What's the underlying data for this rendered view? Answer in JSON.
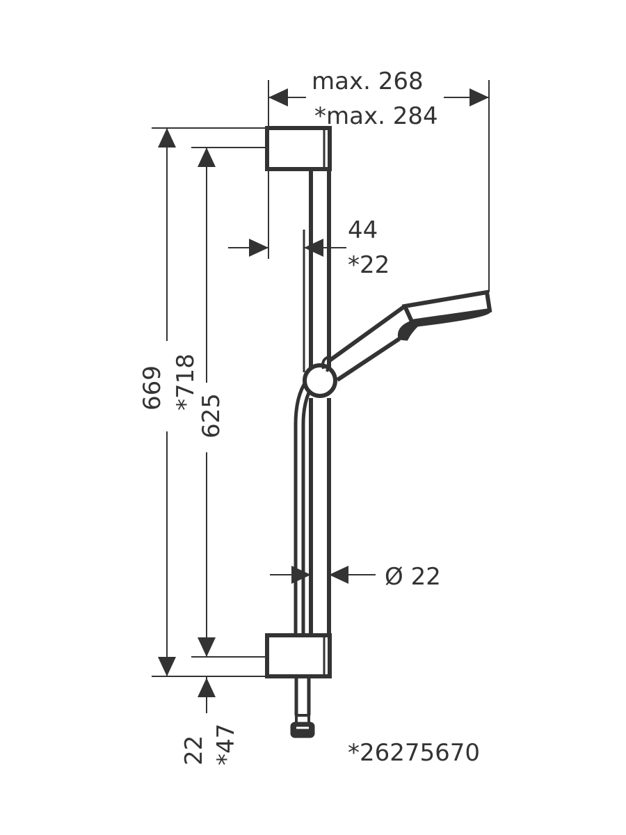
{
  "dimensions": {
    "width_max": "max. 268",
    "width_max_alt": "*max. 284",
    "bracket_depth": "44",
    "bracket_depth_alt": "*22",
    "total_height": "669",
    "total_height_alt": "*718",
    "rail_length": "625",
    "rail_diameter": "Ø 22",
    "bottom_offset": "22",
    "bottom_offset_alt": "*47"
  },
  "note": "*26275670",
  "colors": {
    "line": "#333333",
    "background": "#ffffff"
  }
}
